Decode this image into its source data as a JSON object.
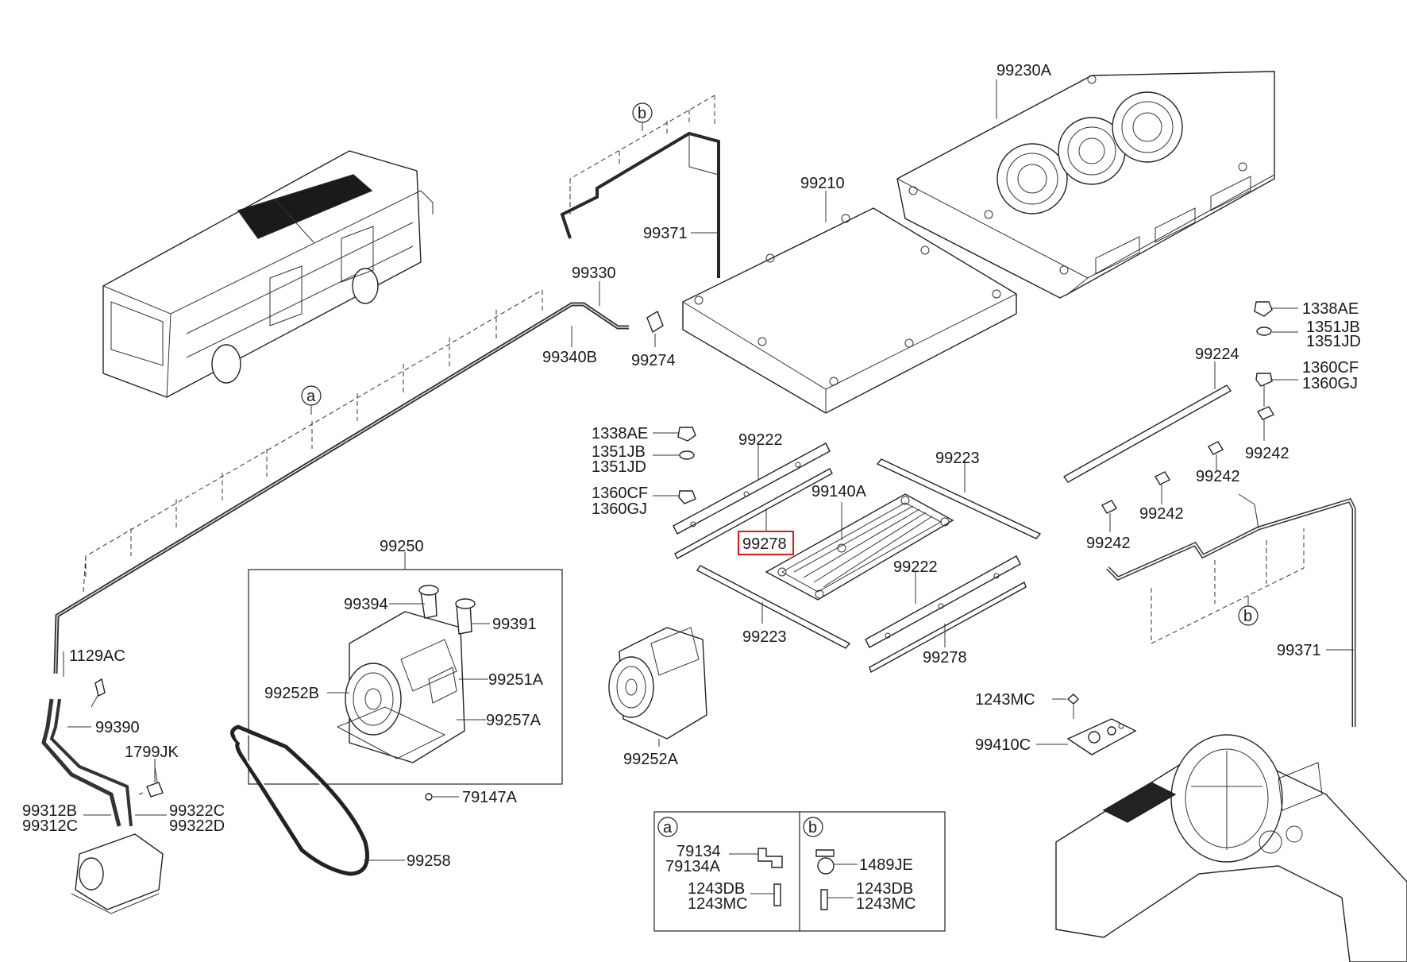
{
  "labels": {
    "p99230A": "99230A",
    "p99210": "99210",
    "p99371_top": "99371",
    "p99330": "99330",
    "p99340B": "99340B",
    "p99274": "99274",
    "b_top": "b",
    "a_top": "a",
    "p1338AE_r": "1338AE",
    "p1351JB_r": "1351JB",
    "p1351JD_r": "1351JD",
    "p1360CF_r": "1360CF",
    "p1360GJ_r": "1360GJ",
    "p99224": "99224",
    "p99242_1": "99242",
    "p99242_2": "99242",
    "p99242_3": "99242",
    "p99242_4": "99242",
    "p1338AE_l": "1338AE",
    "p1351JB_l": "1351JB",
    "p1351JD_l": "1351JD",
    "p1360CF_l": "1360CF",
    "p1360GJ_l": "1360GJ",
    "p99222_top": "99222",
    "p99223_top": "99223",
    "p99140A": "99140A",
    "p99278_hl": "99278",
    "p99222_bot": "99222",
    "p99223_bot": "99223",
    "p99278_bot": "99278",
    "p99250": "99250",
    "p99394": "99394",
    "p99391": "99391",
    "p99251A": "99251A",
    "p99252B": "99252B",
    "p99257A": "99257A",
    "p1129AC": "1129AC",
    "p99390": "99390",
    "p1799JK": "1799JK",
    "p79147A": "79147A",
    "p99312B": "99312B",
    "p99312C": "99312C",
    "p99322C": "99322C",
    "p99322D": "99322D",
    "p99258": "99258",
    "p99252A": "99252A",
    "b_right": "b",
    "p99371_right": "99371",
    "p1243MC": "1243MC",
    "p99410C": "99410C",
    "legend_a": "a",
    "legend_b": "b",
    "p79134": "79134",
    "p79134A": "79134A",
    "p1243DB_a": "1243DB",
    "p1243MC_a": "1243MC",
    "p1489JE": "1489JE",
    "p1243DB_b": "1243DB",
    "p1243MC_b": "1243MC"
  },
  "highlight_color": "#e00000"
}
